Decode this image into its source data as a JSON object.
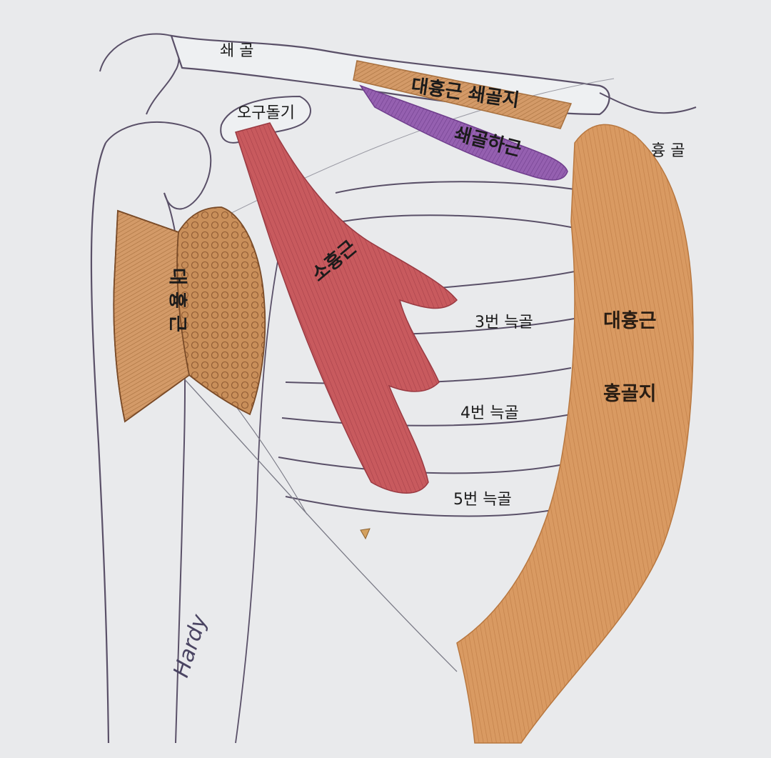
{
  "labels": {
    "clavicle": "쇄 골",
    "pec_major_clavicular": "대흉근 쇄골지",
    "coracoid_process": "오구돌기",
    "subclavius": "쇄골하근",
    "sternum": "흉 골",
    "pec_minor": "소흉근",
    "pec_major_left": "대 흉 근",
    "pec_major_sternal_1": "대흉근",
    "pec_major_sternal_2": "흉골지",
    "rib_3": "3번 늑골",
    "rib_4": "4번 늑골",
    "rib_5": "5번 늑골"
  },
  "signature": "Hardy",
  "colors": {
    "background": "#e9eaec",
    "pec_major": "#d99a62",
    "pec_minor": "#c85a5e",
    "subclavius": "#9560b0",
    "sketch_line": "#5a5068"
  }
}
